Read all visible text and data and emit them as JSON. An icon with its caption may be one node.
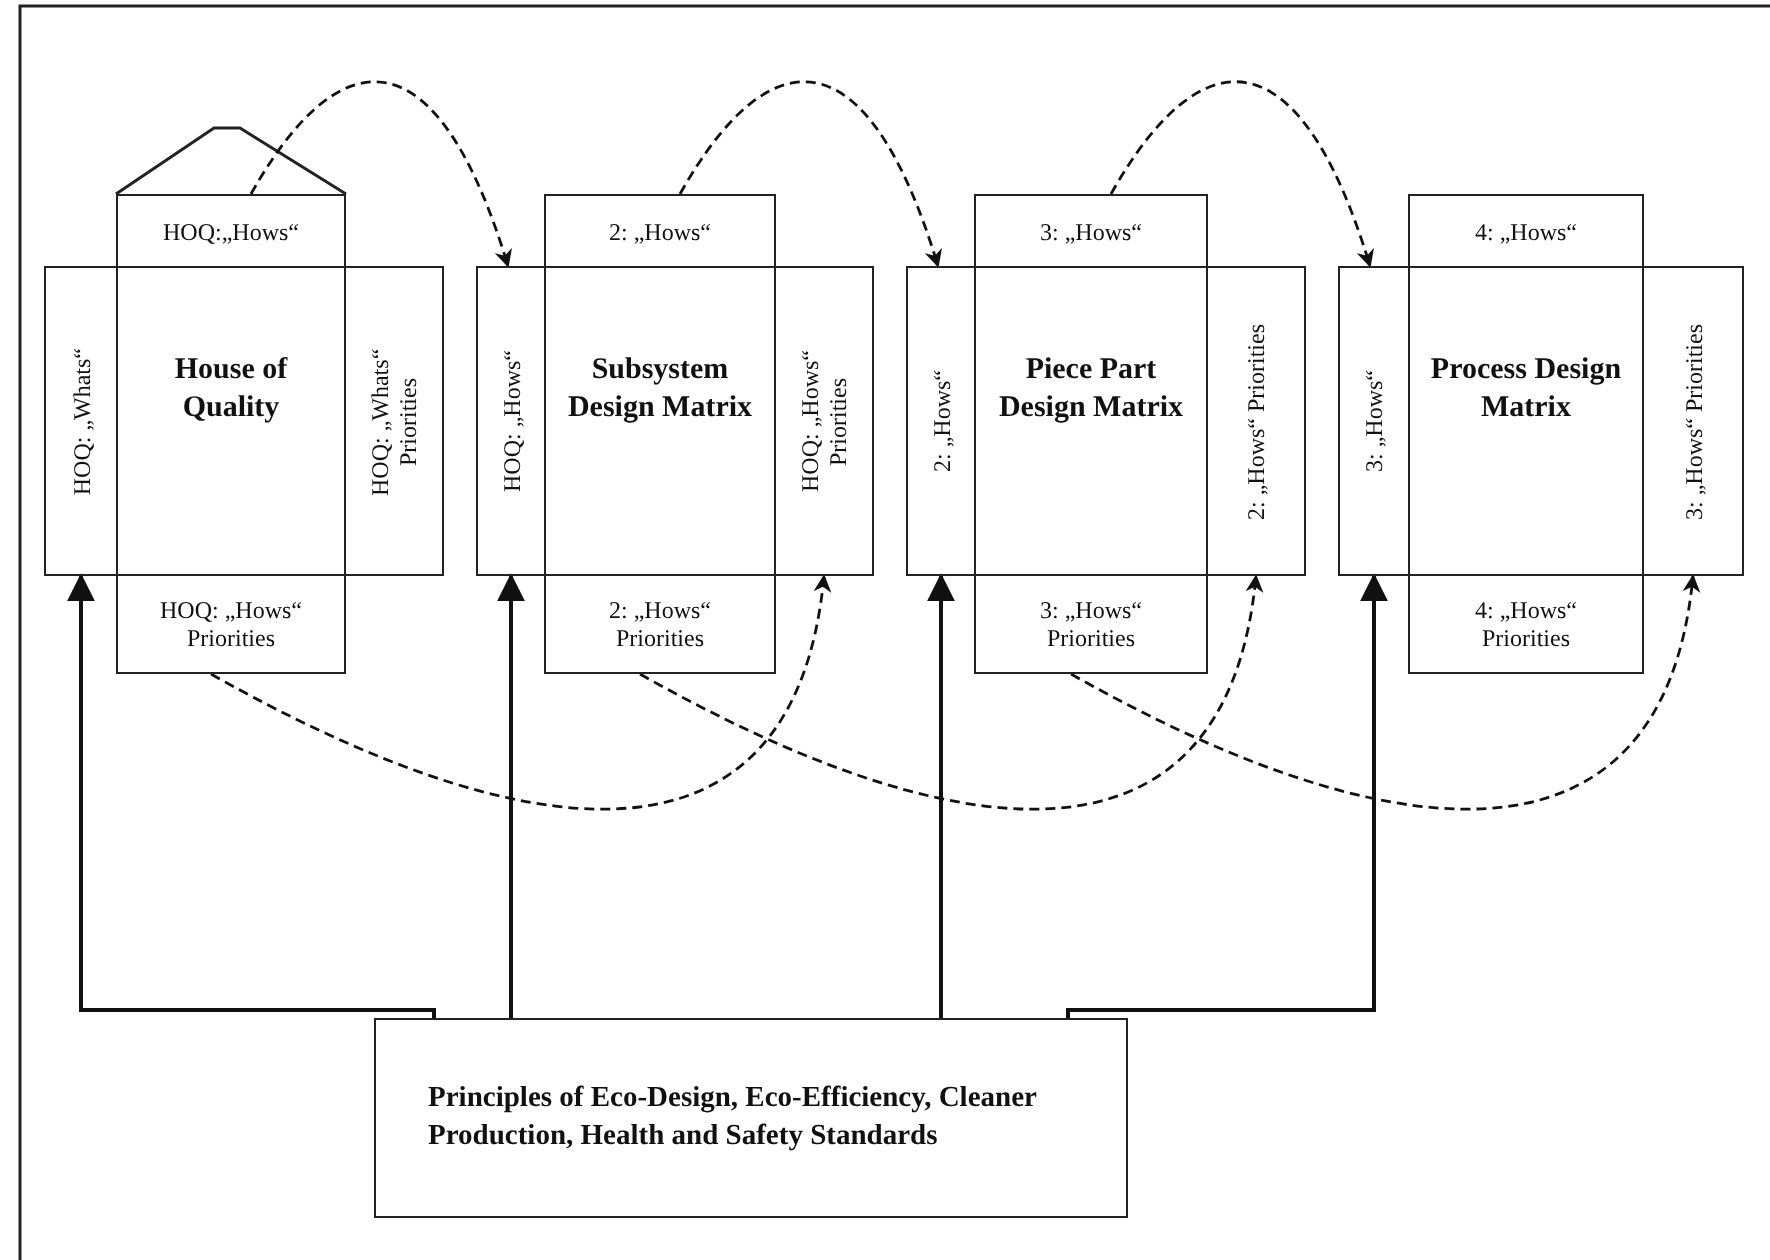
{
  "diagram": {
    "nodes": [
      {
        "text": [
          "HOQ:„Hows“"
        ]
      },
      {
        "text": [
          "HOQ: „Whats“"
        ]
      },
      {
        "text": [
          "House of Quality"
        ]
      },
      {
        "text": [
          "HOQ: „Whats“ Priorities"
        ]
      },
      {
        "text": [
          "HOQ: „Hows“ Priorities"
        ]
      },
      {
        "text": [
          "2: „Hows“"
        ]
      },
      {
        "text": [
          "HOQ: „Hows“"
        ]
      },
      {
        "text": [
          "Subsystem Design Matrix"
        ]
      },
      {
        "text": [
          "HOQ: „Hows“ Priorities"
        ]
      },
      {
        "text": [
          "2: „Hows“ Priorities"
        ]
      },
      {
        "text": [
          "3: „Hows“"
        ]
      },
      {
        "text": [
          "2: „Hows“"
        ]
      },
      {
        "text": [
          "Piece Part Design Matrix"
        ]
      },
      {
        "text": [
          "2: „Hows“ Priorities"
        ]
      },
      {
        "text": [
          "3: „Hows“ Priorities"
        ]
      },
      {
        "text": [
          "4: „Hows“"
        ]
      },
      {
        "text": [
          "3: „Hows“"
        ]
      },
      {
        "text": [
          "Process Design Matrix"
        ]
      },
      {
        "text": [
          "3: „Hows“ Priorities"
        ]
      },
      {
        "text": [
          "4: „Hows“ Priorities"
        ]
      },
      {
        "text": [
          "Principles of Eco-Design, Eco-Efficiency, Cleaner Production, Health and Safety Standards"
        ]
      }
    ],
    "edges": [
      {
        "from": 0,
        "to": 6,
        "arrow": "to",
        "style": "dashed"
      },
      {
        "from": 5,
        "to": 11,
        "arrow": "to",
        "style": "dashed"
      },
      {
        "from": 10,
        "to": 16,
        "arrow": "to",
        "style": "dashed"
      },
      {
        "from": 4,
        "to": 8,
        "arrow": "to",
        "style": "dashed"
      },
      {
        "from": 9,
        "to": 13,
        "arrow": "to",
        "style": "dashed"
      },
      {
        "from": 14,
        "to": 18,
        "arrow": "to",
        "style": "dashed"
      },
      {
        "from": 20,
        "to": 1,
        "arrow": "to"
      },
      {
        "from": 20,
        "to": 6,
        "arrow": "to"
      },
      {
        "from": 20,
        "to": 11,
        "arrow": "to"
      },
      {
        "from": 20,
        "to": 16,
        "arrow": "to"
      }
    ]
  }
}
